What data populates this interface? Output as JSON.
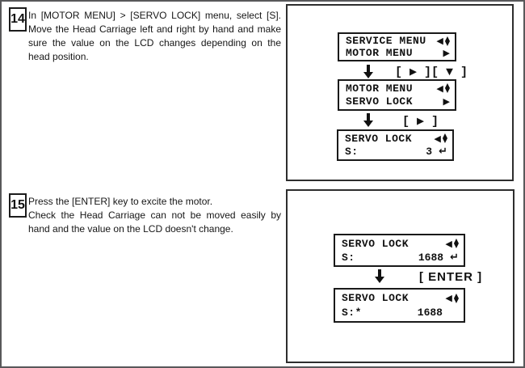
{
  "document": {
    "steps": {
      "step14": {
        "number": "14",
        "lines": [
          "In [MOTOR MENU] > [SERVO LOCK] menu, select [S].",
          "Move the Head Carriage left and right by hand and make",
          "sure the value on the LCD changes depending on the",
          "head position."
        ]
      },
      "step15": {
        "number": "15",
        "lines": [
          "Press the [ENTER] key to excite the motor.",
          "Check the Head Carriage can not be moved easily by",
          "hand and the value on the LCD doesn't change."
        ]
      }
    },
    "lcd": {
      "screen1": {
        "row1": "SERVICE MENU",
        "row2": "MOTOR MENU"
      },
      "screen2": {
        "row1": "MOTOR MENU",
        "row2": "SERVO LOCK"
      },
      "screen3": {
        "row1": "SERVO LOCK",
        "label": "S:",
        "value": "3"
      },
      "screen4": {
        "row1": "SERVO LOCK",
        "label": "S:",
        "value": "1688"
      },
      "screen5": {
        "row1": "SERVO LOCK",
        "label": "S:*",
        "value": "1688"
      }
    },
    "transitions": {
      "t1": "[ ▶ ][ ▼ ]",
      "t2": "[ ▶ ]",
      "t3": "[ ENTER ]"
    },
    "icons": {
      "left": "◀",
      "right": "▶",
      "up": "▲",
      "down": "▼",
      "enter": "↵"
    },
    "colors": {
      "page_border": "#58585a",
      "panel_border": "#2e2e2e",
      "lcd_border": "#1a1a1a",
      "text": "#111111"
    }
  }
}
